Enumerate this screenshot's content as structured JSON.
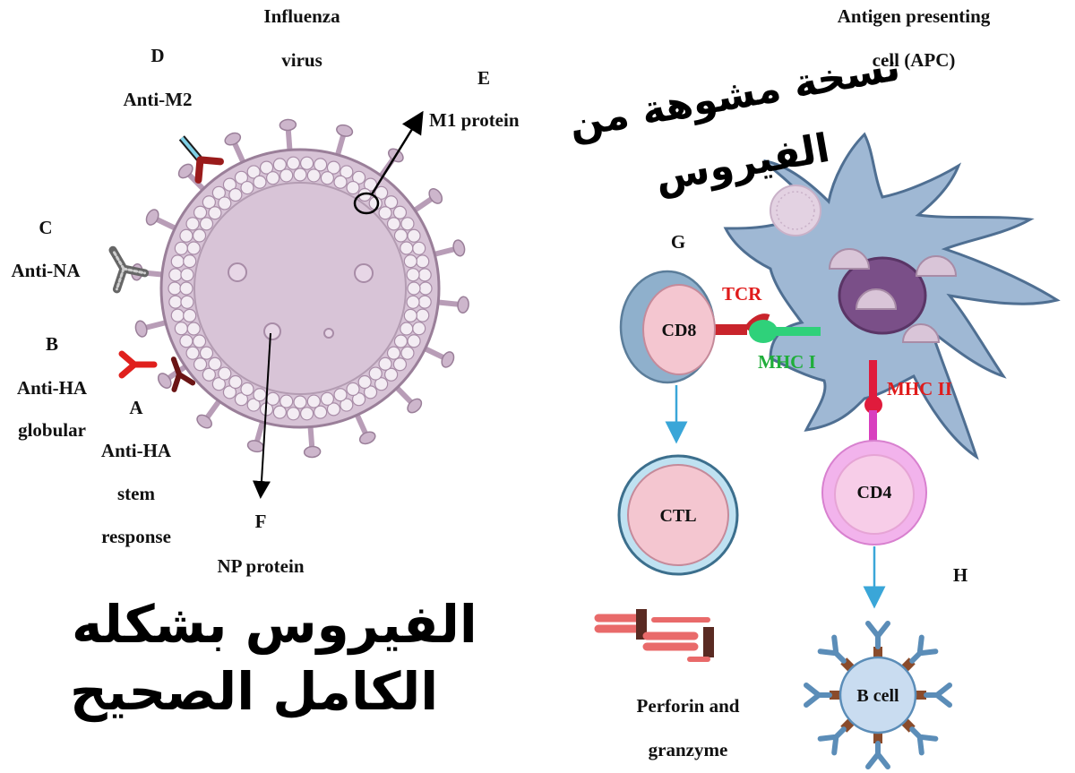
{
  "virus": {
    "title_line1": "Influenza",
    "title_line2": "virus",
    "label_D": "D",
    "label_D_text": "Anti-M2",
    "label_E": "E",
    "label_E_text": "M1 protein",
    "label_C": "C",
    "label_C_text": "Anti-NA",
    "label_B": "B",
    "label_B_text1": "Anti-HA",
    "label_B_text2": "globular",
    "label_A": "A",
    "label_A_text1": "Anti-HA",
    "label_A_text2": "stem",
    "label_A_text3": "response",
    "label_F": "F",
    "label_F_text": "NP protein"
  },
  "apc": {
    "title_line1": "Antigen presenting",
    "title_line2": "cell (APC)",
    "label_G": "G",
    "tcr": "TCR",
    "mhc1": "MHC I",
    "mhc2": "MHC II",
    "cd8": "CD8",
    "cd4": "CD4",
    "ctl": "CTL",
    "label_H": "H",
    "bcell": "B cell",
    "perforin_line1": "Perforin and",
    "perforin_line2": "granzyme"
  },
  "annotations": {
    "arabic_top_line1": "نسخة مشوهة من",
    "arabic_top_line2": "الفيروس",
    "arabic_bottom_line1": "الفيروس بشكله",
    "arabic_bottom_line2": "الكامل الصحيح"
  },
  "colors": {
    "virus_fill": "#d7c3d6",
    "virus_edge": "#9a7f99",
    "apc_fill": "#9fb8d4",
    "apc_edge": "#4f6f92",
    "nucleus": "#7a4f88",
    "cd8_ring": "#8fb0cc",
    "cell_pink": "#f4c6d0",
    "cd4_ring": "#f2b3ec",
    "tcr_red": "#c9242c",
    "mhc1_green": "#2fd17a",
    "mhc2_red": "#e01b3c",
    "arrow_blue": "#3aa6d8",
    "bcell_fill": "#c9dcf0",
    "antibody_blue": "#5b8db8",
    "antibody_brown": "#8a4b2b"
  }
}
